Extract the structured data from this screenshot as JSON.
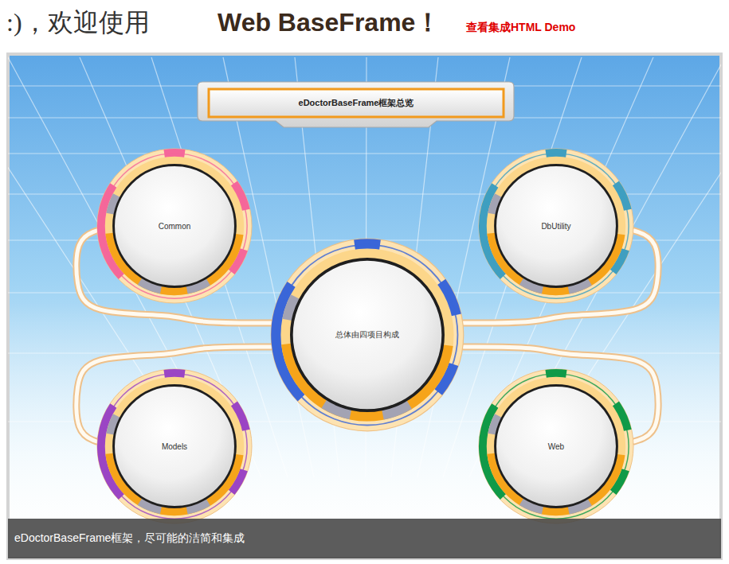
{
  "diagram": {
    "title": "eDoctorBaseFrame框架总览",
    "caption": "eDoctorBaseFrame框架，尽可能的洁简和集成",
    "nodes": [
      {
        "text": [
          "Common"
        ]
      },
      {
        "text": [
          "DbUtility"
        ]
      },
      {
        "text": [
          "总体由四项目构成"
        ]
      },
      {
        "text": [
          "Models"
        ]
      },
      {
        "text": [
          "Web"
        ]
      }
    ],
    "edges": [
      {
        "from": 2,
        "to": 0,
        "arrow": "none"
      },
      {
        "from": 2,
        "to": 1,
        "arrow": "none"
      },
      {
        "from": 2,
        "to": 3,
        "arrow": "none"
      },
      {
        "from": 2,
        "to": 4,
        "arrow": "none"
      }
    ],
    "labels": [
      ":)，欢迎使用",
      "Web BaseFrame！",
      "查看集成HTML Demo"
    ]
  }
}
